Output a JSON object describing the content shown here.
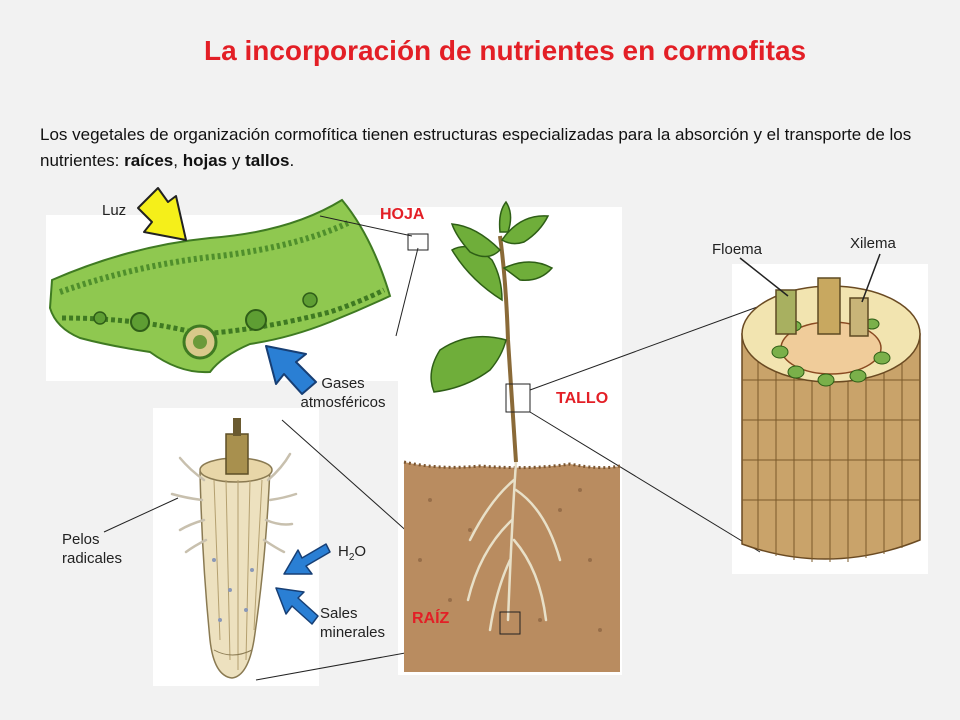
{
  "title": "La incorporación de nutrientes en cormofitas",
  "intro": {
    "text_start": "Los vegetales de organización cormofítica tienen estructuras especializadas para la absorción y el transporte de los nutrientes: ",
    "word_roots": "raíces",
    "sep1": ", ",
    "word_leaves": "hojas",
    "sep2": " y ",
    "word_stems": "tallos",
    "end": "."
  },
  "labels": {
    "luz": "Luz",
    "gases_1": "Gases",
    "gases_2": "atmosféricos",
    "hoja": "HOJA",
    "tallo": "TALLO",
    "raiz": "RAÍZ",
    "floema": "Floema",
    "xilema": "Xilema",
    "pelos_1": "Pelos",
    "pelos_2": "radicales",
    "h2o_h": "H",
    "h2o_sub": "2",
    "h2o_o": "O",
    "sales_1": "Sales",
    "sales_2": "minerales"
  },
  "colors": {
    "title": "#e31f26",
    "label_red": "#e31f26",
    "arrow_light": "#f5ef1a",
    "arrow_water": "#2a7fd4",
    "leaf_green": "#6fb63a",
    "soil": "#b6855a",
    "stem_bark": "#c9a36a"
  }
}
